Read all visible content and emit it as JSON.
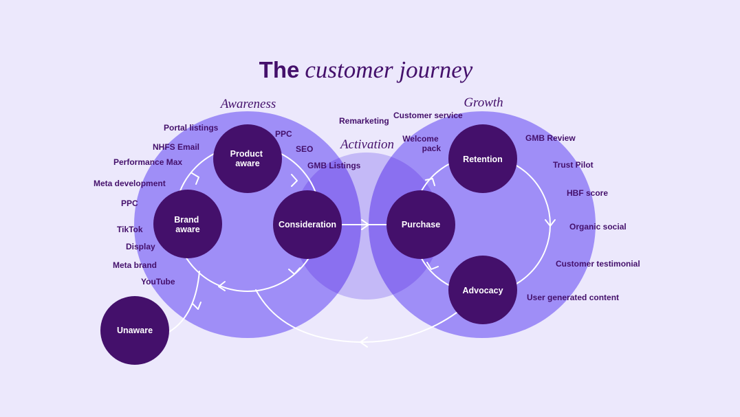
{
  "title": {
    "bold": "The",
    "italic": "customer journey"
  },
  "stages": {
    "awareness": "Awareness",
    "activation": "Activation",
    "growth": "Growth"
  },
  "nodes": {
    "unaware": "Unaware",
    "brand_aware": [
      "Brand",
      "aware"
    ],
    "product_aware": [
      "Product",
      "aware"
    ],
    "consideration": "Consideration",
    "purchase": "Purchase",
    "retention": "Retention",
    "advocacy": "Advocacy"
  },
  "awareness_channels": {
    "portal_listings": "Portal listings",
    "nhfs_email": "NHFS Email",
    "performance_max": "Performance Max",
    "meta_development": "Meta development",
    "ppc": "PPC",
    "tiktok": "TikTok",
    "display": "Display",
    "meta_brand": "Meta brand",
    "youtube": "YouTube",
    "ppc_2": "PPC",
    "seo": "SEO",
    "gmb_listings": "GMB Listings"
  },
  "activation_channels": {
    "remarketing": "Remarketing",
    "customer_service": "Customer service",
    "welcome_pack": [
      "Welcome",
      "pack"
    ]
  },
  "growth_channels": {
    "gmb_review": "GMB Review",
    "trust_pilot": "Trust Pilot",
    "hbf_score": "HBF score",
    "organic_social": "Organic social",
    "customer_testimonial": "Customer testimonial",
    "user_generated_content": "User generated content"
  },
  "colors": {
    "background": "#ece8fc",
    "large_circle": "#9f8ef7",
    "activation_circle": "#c4b9f7",
    "overlap": "#8a70f0",
    "node": "#44106b",
    "arrow": "#ffffff"
  }
}
